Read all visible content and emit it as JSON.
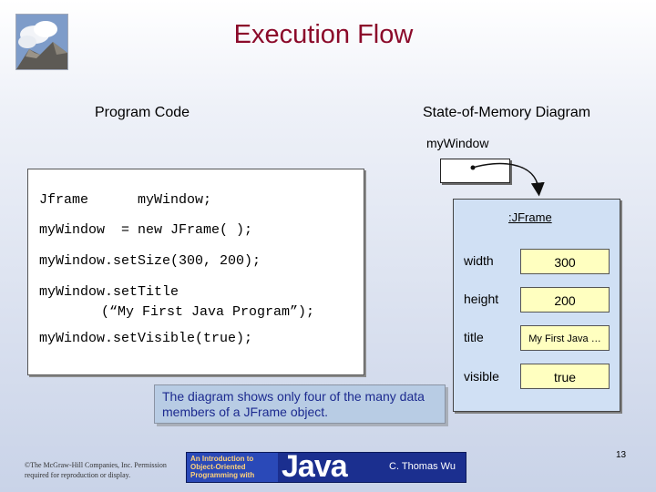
{
  "slide": {
    "title": "Execution Flow",
    "page_number": "13"
  },
  "headings": {
    "program_code": "Program Code",
    "memory_diagram": "State-of-Memory Diagram"
  },
  "memory": {
    "variable_name": "myWindow",
    "object_class": ":JFrame",
    "fields": [
      {
        "label": "width",
        "value": "300"
      },
      {
        "label": "height",
        "value": "200"
      },
      {
        "label": "title",
        "value": "My First Java …"
      },
      {
        "label": "visible",
        "value": "true"
      }
    ]
  },
  "code": {
    "line1_type": "Jframe",
    "line1_var": "myWindow;",
    "line2": "myWindow  = new JFrame( );",
    "line3": "myWindow.setSize(300, 200);",
    "line4a": "myWindow.setTitle",
    "line4b": "(“My First Java Program”);",
    "line5": "myWindow.setVisible(true);"
  },
  "note": {
    "text": "The diagram shows only four of the many data members of a JFrame object."
  },
  "footer": {
    "copyright": "©The McGraw-Hill Companies, Inc. Permission required for reproduction or display.",
    "book_line1": "An Introduction to",
    "book_line2": "Object-Oriented",
    "book_line3": "Programming with",
    "book_java": "Java",
    "book_author": "C. Thomas Wu"
  }
}
